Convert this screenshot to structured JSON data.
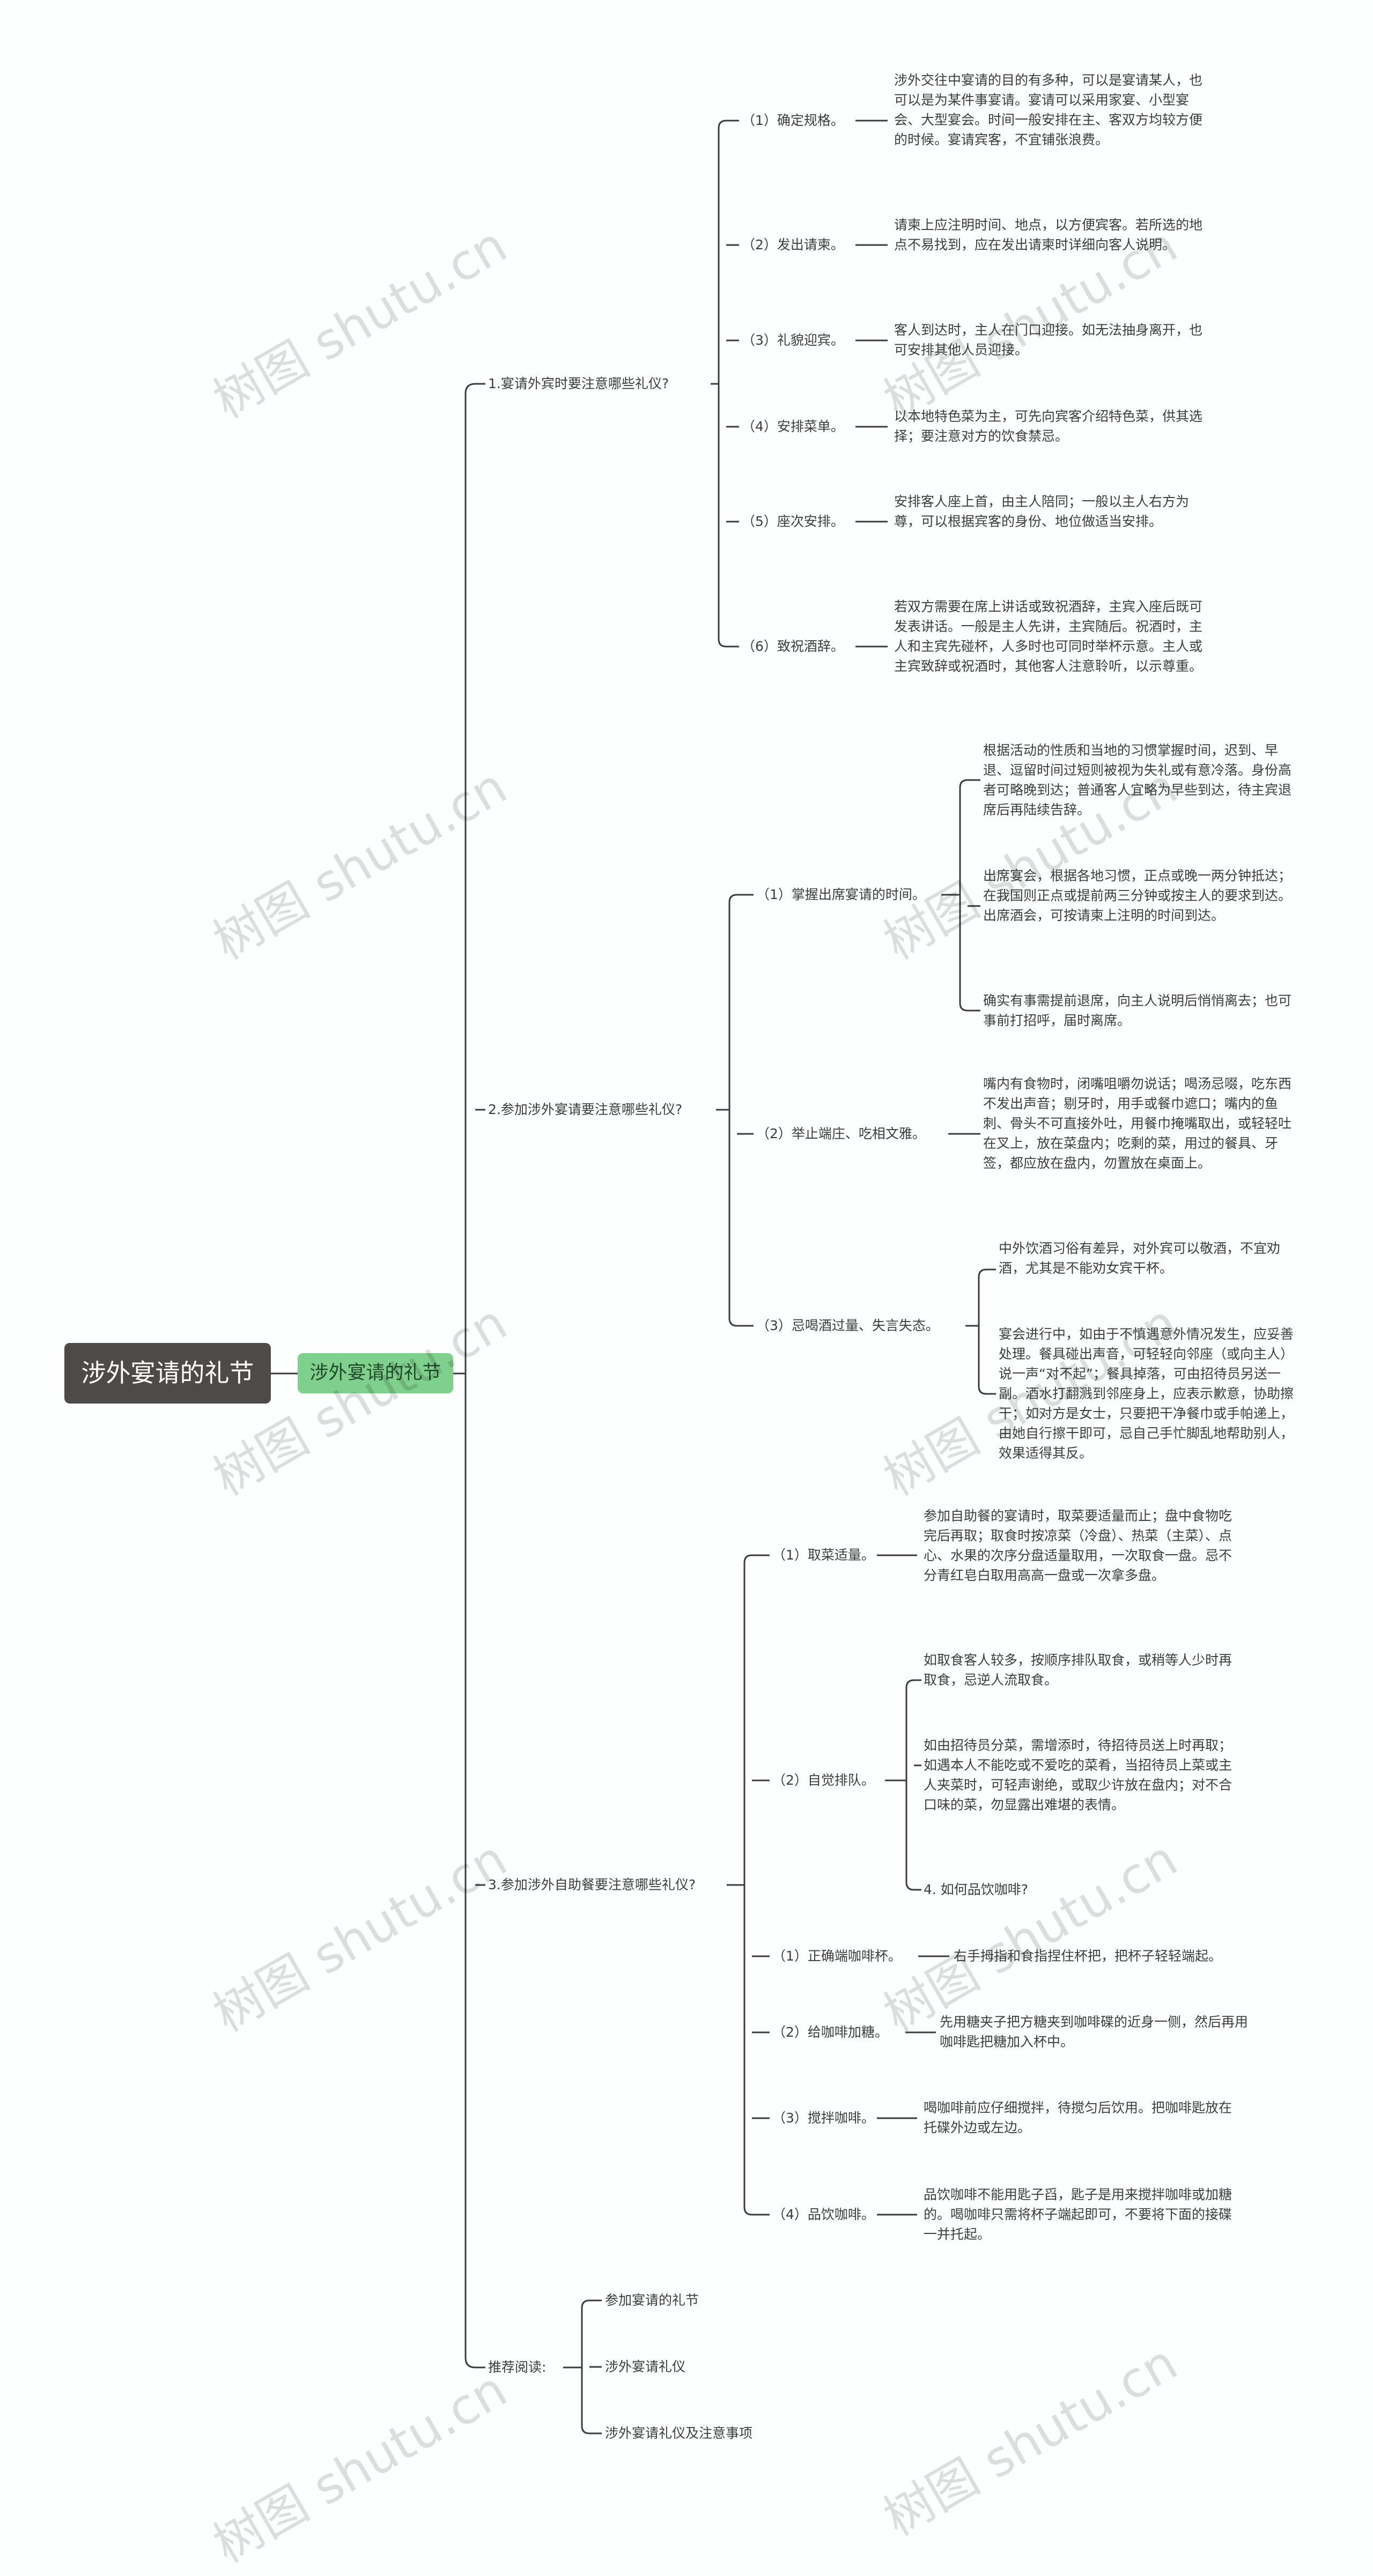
{
  "root": "涉外宴请的礼节",
  "center": "涉外宴请的礼节",
  "watermark": "树图 shutu.cn",
  "colors": {
    "line": "#3c3c3c",
    "root_bg": "#4f4a4a",
    "center_bg": "#7fcf8d"
  },
  "sections": [
    {
      "title": "1.宴请外宾时要注意哪些礼仪?",
      "items": [
        {
          "label": "（1）确定规格。",
          "notes": [
            "涉外交往中宴请的目的有多种，可以是宴请某人，也可以是为某件事宴请。宴请可以采用家宴、小型宴会、大型宴会。时间一般安排在主、客双方均较方便的时候。宴请宾客，不宜铺张浪费。"
          ]
        },
        {
          "label": "（2）发出请柬。",
          "notes": [
            "请柬上应注明时间、地点，以方便宾客。若所选的地点不易找到，应在发出请柬时详细向客人说明。"
          ]
        },
        {
          "label": "（3）礼貌迎宾。",
          "notes": [
            "客人到达时，主人在门口迎接。如无法抽身离开，也可安排其他人员迎接。"
          ]
        },
        {
          "label": "（4）安排菜单。",
          "notes": [
            "以本地特色菜为主，可先向宾客介绍特色菜，供其选择；要注意对方的饮食禁忌。"
          ]
        },
        {
          "label": "（5）座次安排。",
          "notes": [
            "安排客人座上首，由主人陪同；一般以主人右方为尊，可以根据宾客的身份、地位做适当安排。"
          ]
        },
        {
          "label": "（6）致祝酒辞。",
          "notes": [
            "若双方需要在席上讲话或致祝酒辞，主宾入座后既可发表讲话。一般是主人先讲，主宾随后。祝酒时，主人和主宾先碰杯，人多时也可同时举杯示意。主人或主宾致辞或祝酒时，其他客人注意聆听，以示尊重。"
          ]
        }
      ]
    },
    {
      "title": "2.参加涉外宴请要注意哪些礼仪?",
      "items": [
        {
          "label": "（1）掌握出席宴请的时间。",
          "notes": [
            "根据活动的性质和当地的习惯掌握时间，迟到、早退、逗留时间过短则被视为失礼或有意冷落。身份高者可略晚到达；普通客人宜略为早些到达，待主宾退席后再陆续告辞。",
            "出席宴会，根据各地习惯，正点或晚一两分钟抵达；在我国则正点或提前两三分钟或按主人的要求到达。出席酒会，可按请柬上注明的时间到达。",
            "确实有事需提前退席，向主人说明后悄悄离去；也可事前打招呼，届时离席。"
          ]
        },
        {
          "label": "（2）举止端庄、吃相文雅。",
          "notes": [
            "嘴内有食物时，闭嘴咀嚼勿说话；喝汤忌啜，吃东西不发出声音；剔牙时，用手或餐巾遮口；嘴内的鱼刺、骨头不可直接外吐，用餐巾掩嘴取出，或轻轻吐在叉上，放在菜盘内；吃剩的菜，用过的餐具、牙签，都应放在盘内，勿置放在桌面上。"
          ]
        },
        {
          "label": "（3）忌喝酒过量、失言失态。",
          "notes": [
            "中外饮酒习俗有差异，对外宾可以敬酒，不宜劝酒，尤其是不能劝女宾干杯。",
            "宴会进行中，如由于不慎遇意外情况发生，应妥善处理。餐具碰出声音，可轻轻向邻座（或向主人）说一声“对不起”；餐具掉落，可由招待员另送一副。酒水打翻溅到邻座身上，应表示歉意，协助擦干；如对方是女士，只要把干净餐巾或手帕递上，由她自行擦干即可，忌自己手忙脚乱地帮助别人，效果适得其反。"
          ]
        }
      ]
    },
    {
      "title": "3.参加涉外自助餐要注意哪些礼仪?",
      "items": [
        {
          "label": "（1）取菜适量。",
          "notes": [
            "参加自助餐的宴请时，取菜要适量而止；盘中食物吃完后再取；取食时按凉菜（冷盘）、热菜（主菜）、点心、水果的次序分盘适量取用，一次取食一盘。忌不分青红皂白取用高高一盘或一次拿多盘。"
          ]
        },
        {
          "label": "（2）自觉排队。",
          "notes": [
            "如取食客人较多，按顺序排队取食，或稍等人少时再取食，忌逆人流取食。",
            "如由招待员分菜，需增添时，待招待员送上时再取；如遇本人不能吃或不爱吃的菜肴，当招待员上菜或主人夹菜时，可轻声谢绝，或取少许放在盘内；对不合口味的菜，勿显露出难堪的表情。",
            "4. 如何品饮咖啡?"
          ]
        },
        {
          "label": "（1）正确端咖啡杯。",
          "notes": [
            "右手拇指和食指捏住杯把，把杯子轻轻端起。"
          ]
        },
        {
          "label": "（2）给咖啡加糖。",
          "notes": [
            "先用糖夹子把方糖夹到咖啡碟的近身一侧，然后再用咖啡匙把糖加入杯中。"
          ]
        },
        {
          "label": "（3）搅拌咖啡。",
          "notes": [
            "喝咖啡前应仔细搅拌，待搅匀后饮用。把咖啡匙放在托碟外边或左边。"
          ]
        },
        {
          "label": "（4）品饮咖啡。",
          "notes": [
            "品饮咖啡不能用匙子舀，匙子是用来搅拌咖啡或加糖的。喝咖啡只需将杯子端起即可，不要将下面的接碟一并托起。"
          ]
        }
      ]
    },
    {
      "title": "推荐阅读:",
      "items": [
        {
          "label": "参加宴请的礼节",
          "notes": []
        },
        {
          "label": "涉外宴请礼仪",
          "notes": []
        },
        {
          "label": "涉外宴请礼仪及注意事项",
          "notes": []
        }
      ]
    }
  ]
}
